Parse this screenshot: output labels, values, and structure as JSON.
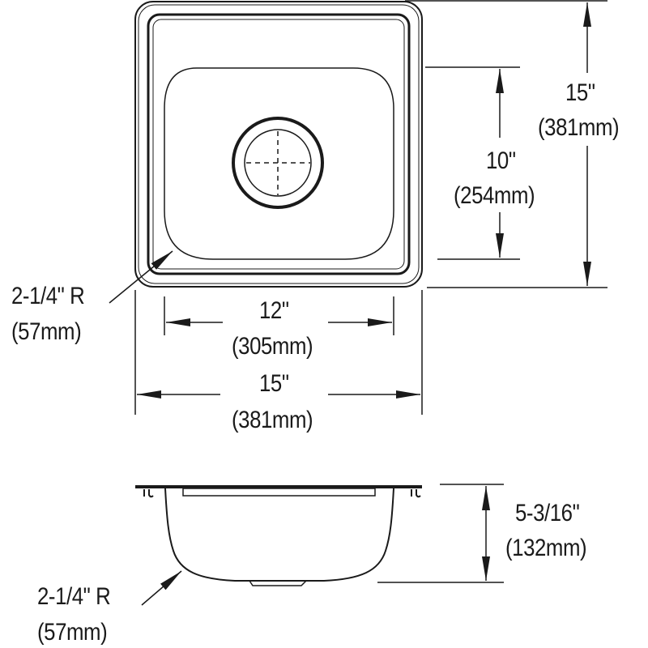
{
  "top_view": {
    "overall_height": {
      "imperial": "15\"",
      "metric": "(381mm)"
    },
    "bowl_length": {
      "imperial": "10\"",
      "metric": "(254mm)"
    },
    "bowl_width": {
      "imperial": "12\"",
      "metric": "(305mm)"
    },
    "overall_width": {
      "imperial": "15\"",
      "metric": "(381mm)"
    },
    "corner_radius": {
      "imperial": "2-1/4\" R",
      "metric": "(57mm)"
    }
  },
  "side_view": {
    "depth": {
      "imperial": "5-3/16\"",
      "metric": "(132mm)"
    },
    "corner_radius": {
      "imperial": "2-1/4\" R",
      "metric": "(57mm)"
    }
  },
  "colors": {
    "line": "#1a1a1a",
    "background": "#ffffff"
  }
}
